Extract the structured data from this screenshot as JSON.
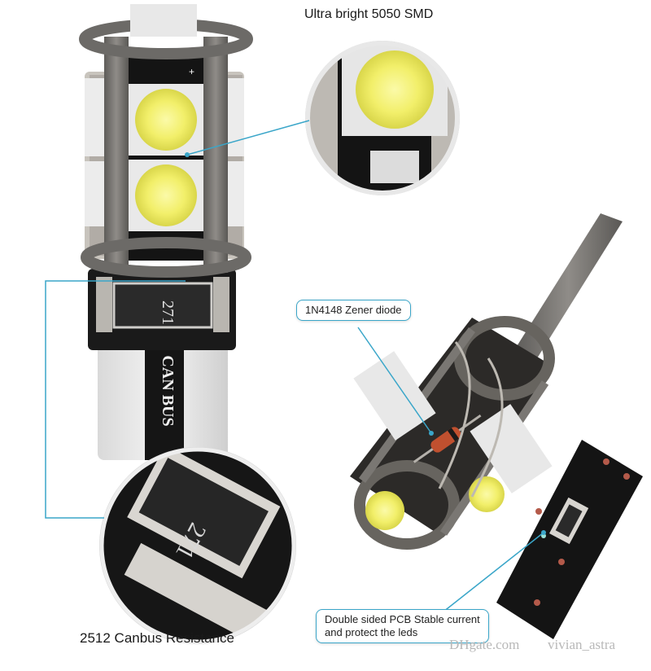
{
  "labels": {
    "smd": "Ultra bright 5050 SMD",
    "resistance": "2512 Canbus Resistance"
  },
  "callouts": {
    "zener": "1N4148 Zener diode",
    "pcb_line1": "Double sided PCB Stable current",
    "pcb_line2": "and protect the leds"
  },
  "bulb_markings": {
    "resistor_code": "271",
    "canbus_text": "CAN BUS"
  },
  "watermark": {
    "site": "DHgate.com",
    "seller": "vivian_astra"
  },
  "colors": {
    "callout_line": "#3aa6c9",
    "led_yellow": "#f2ef6a",
    "pcb_black": "#151515",
    "housing_gray": "#7d7b78"
  }
}
